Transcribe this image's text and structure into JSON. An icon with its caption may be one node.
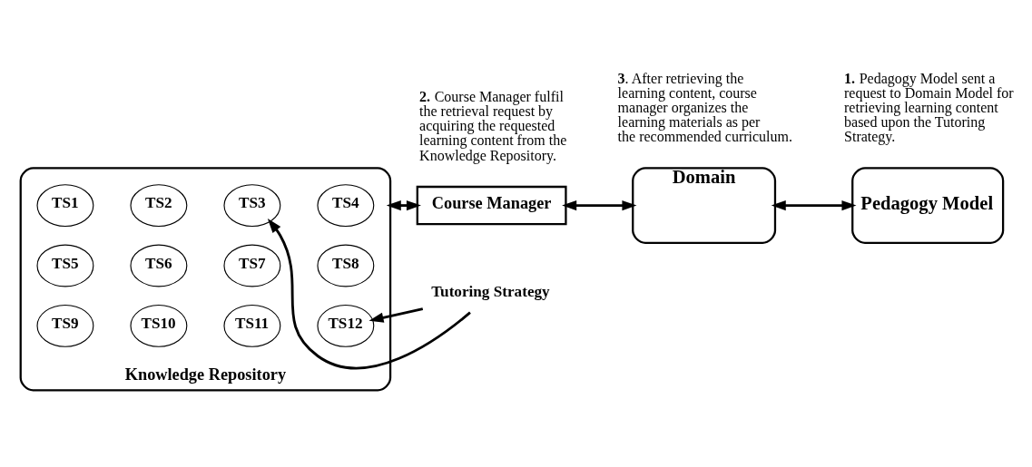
{
  "diagram": {
    "nodes": [
      {
        "text": [
          "Knowledge Repository"
        ]
      },
      {
        "text": [
          "TS1"
        ],
        "in": 0
      },
      {
        "text": [
          "TS2"
        ],
        "in": 0
      },
      {
        "text": [
          "TS3"
        ],
        "in": 0
      },
      {
        "text": [
          "TS4"
        ],
        "in": 0
      },
      {
        "text": [
          "TS5"
        ],
        "in": 0
      },
      {
        "text": [
          "TS6"
        ],
        "in": 0
      },
      {
        "text": [
          "TS7"
        ],
        "in": 0
      },
      {
        "text": [
          "TS8"
        ],
        "in": 0
      },
      {
        "text": [
          "TS9"
        ],
        "in": 0
      },
      {
        "text": [
          "TS10"
        ],
        "in": 0
      },
      {
        "text": [
          "TS11"
        ],
        "in": 0
      },
      {
        "text": [
          "TS12"
        ],
        "in": 0
      },
      {
        "text": [
          "Tutoring Strategy"
        ]
      },
      {
        "text": [
          "Course Manager"
        ]
      },
      {
        "text": [
          "Domain"
        ]
      },
      {
        "text": [
          "Pedagogy Model"
        ]
      }
    ],
    "edges": [
      {
        "from": 13,
        "to": 3,
        "arrow": "to"
      },
      {
        "from": 13,
        "to": 12,
        "arrow": "to"
      },
      {
        "from": 0,
        "to": 14,
        "arrow": "both"
      },
      {
        "from": 14,
        "to": 15,
        "arrow": "both"
      },
      {
        "from": 15,
        "to": 16,
        "arrow": "both"
      }
    ],
    "labels": [
      "**3**. After retrieving the learning content, course manager organizes the learning materials as per the recommended curriculum.",
      "**2.** Course Manager fulfil the retrieval request by acquiring the requested learning content from the Knowledge Repository.",
      "**1.** Pedagogy Model sent a request to Domain Model for retrieving learning content based upon the Tutoring Strategy."
    ]
  }
}
